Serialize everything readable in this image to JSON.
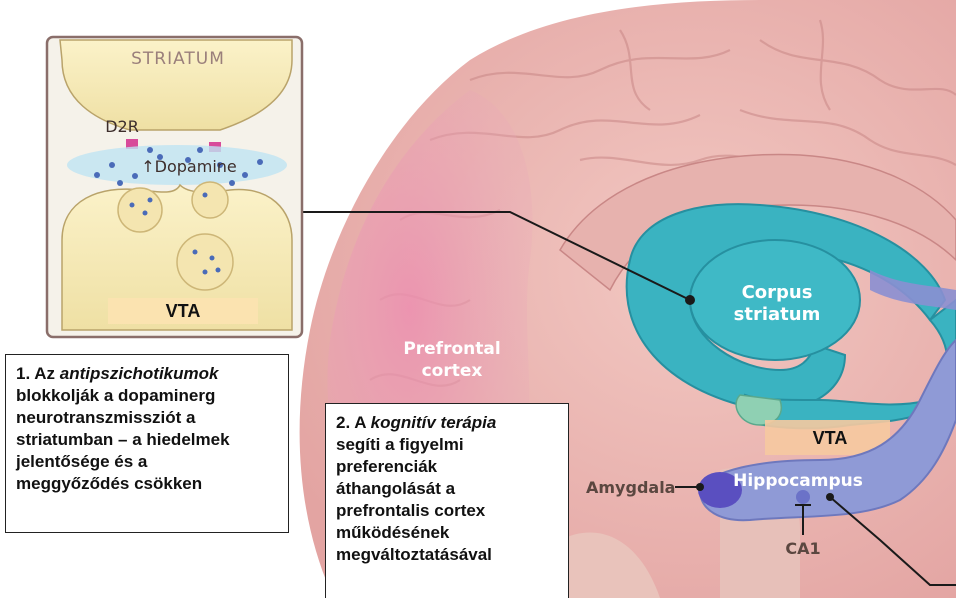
{
  "inset": {
    "striatum": "STRIATUM",
    "receptor": "D2R",
    "dopamine_arrow": "↑",
    "dopamine": "Dopamine",
    "vta": "VTA"
  },
  "brain_labels": {
    "corpus_line1": "Corpus",
    "corpus_line2": "striatum",
    "prefrontal_line1": "Prefrontal",
    "prefrontal_line2": "cortex",
    "vta": "VTA",
    "hippocampus": "Hippocampus",
    "amygdala": "Amygdala",
    "ca1": "CA1"
  },
  "box1": {
    "prefix": "1. Az ",
    "italic": "antipszichotikumok",
    "lines": [
      "blokkolják a dopaminerg",
      "neurotranszmissziót a",
      "striatumban – a hiedelmek",
      "jelentősége és a",
      "meggyőződés csökken"
    ]
  },
  "box2": {
    "prefix": "2. A ",
    "italic": "kognitív terápia",
    "lines": [
      "segíti a figyelmi",
      "preferenciák",
      "áthangolását a",
      "prefrontalis cortex",
      "működésének",
      "megváltoztatásával"
    ]
  },
  "colors": {
    "cortex": "#eab0ae",
    "prefrontal": "#e58aaa",
    "striatum": "#38b2c0",
    "hippocampus": "#8f9ad6",
    "vta": "#f6c9a0",
    "synapse": "#f8eec0"
  }
}
